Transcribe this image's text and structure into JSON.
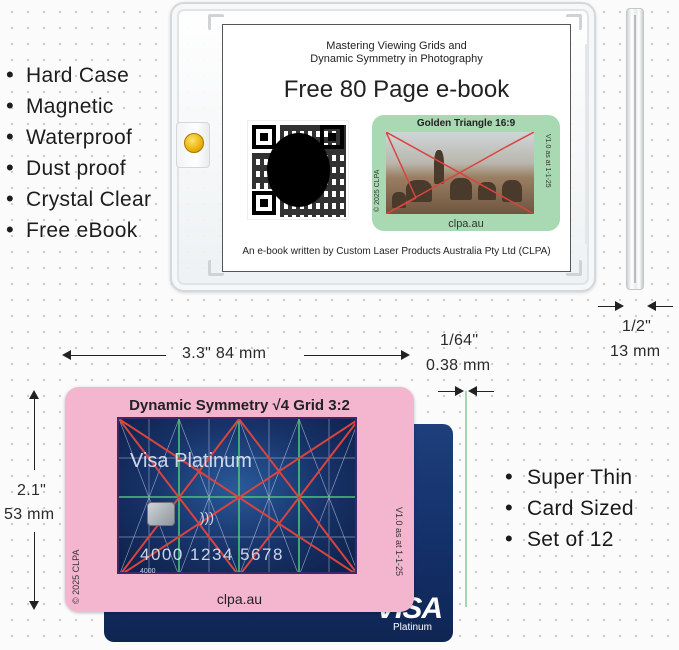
{
  "features_top": [
    "Hard Case",
    "Magnetic",
    "Waterproof",
    "Dust proof",
    "Crystal Clear",
    "Free eBook"
  ],
  "case_card": {
    "subtitle_line1": "Mastering Viewing Grids and",
    "subtitle_line2": "Dynamic Symmetry in Photography",
    "title": "Free 80 Page e-book",
    "grid_card_title": "Golden Triangle 16:9",
    "grid_card_left": "© 2025 CLPA",
    "grid_card_right": "V1.0 as at 1-1-25",
    "grid_card_url": "clpa.au",
    "footer": "An e-book written by Custom Laser Products Australia Pty Ltd (CLPA)"
  },
  "dimensions": {
    "width_label": "3.3\"  84 mm",
    "height_in": "2.1\"",
    "height_mm": "53 mm",
    "thickness_in": "1/64\"",
    "thickness_mm": "0.38 mm",
    "case_depth_in": "1/2\"",
    "case_depth_mm": "13 mm"
  },
  "pink_card": {
    "title": "Dynamic Symmetry √4 Grid 3:2",
    "url": "clpa.au",
    "left_side": "© 2025 CLPA",
    "right_side": "V1.0 as at 1-1-25",
    "visa_text": "Visa Platinum",
    "card_number": "4000 1234 5678",
    "card_small": "4000"
  },
  "visa_card": {
    "logo": "VISA",
    "tier": "Platinum"
  },
  "features_bottom": [
    "Super Thin",
    "Card Sized",
    "Set of 12"
  ],
  "colors": {
    "pink_card": "#f4b6cf",
    "green_card": "#a9d9b2",
    "visa_blue": "#1d3f7b",
    "grid_red": "#d9443e",
    "grid_green": "#4cc27a"
  }
}
